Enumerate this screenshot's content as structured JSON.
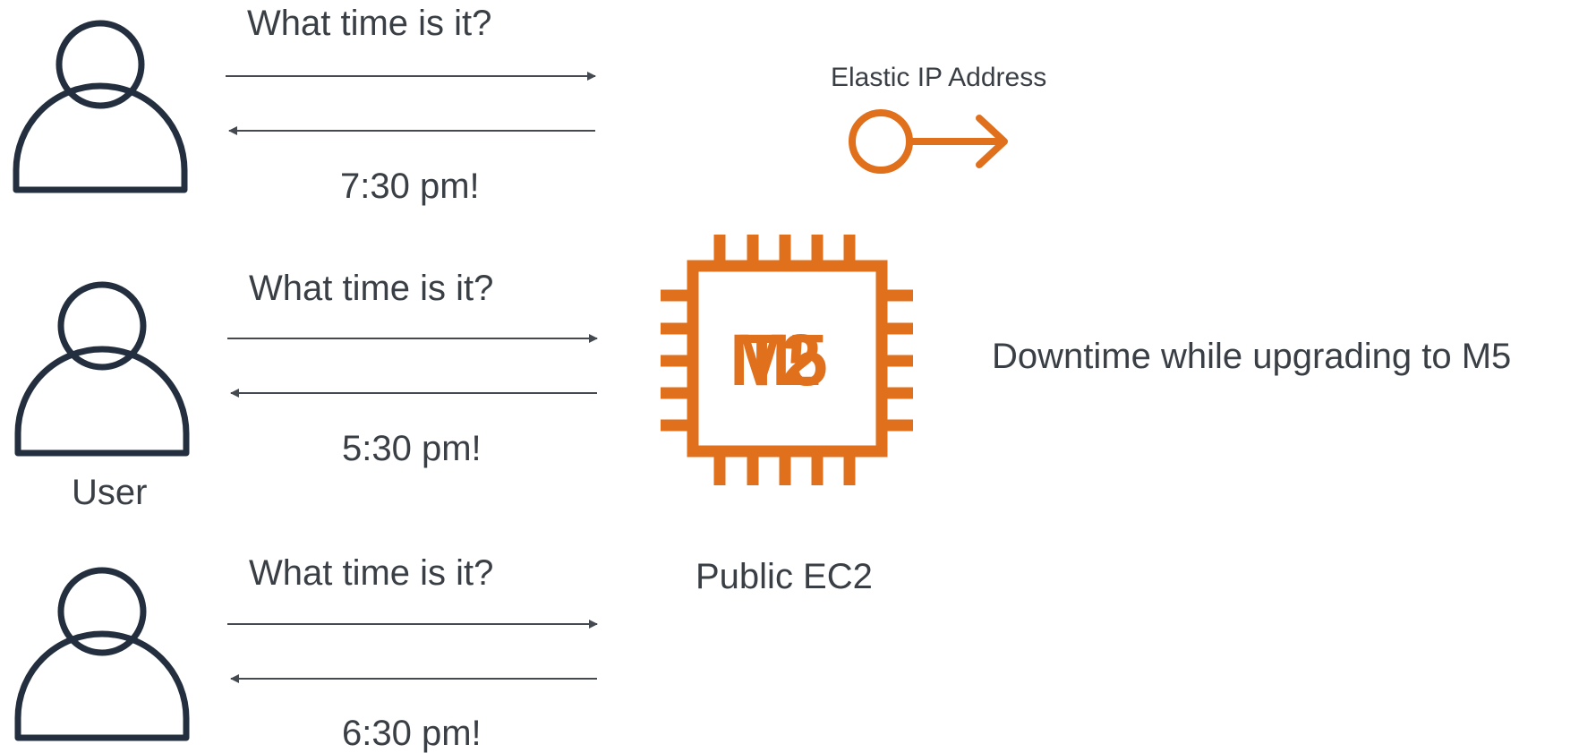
{
  "users": [
    {
      "question": "What time is it?",
      "answer": "7:30 pm!"
    },
    {
      "question": "What time is it?",
      "answer": "5:30 pm!",
      "label": "User"
    },
    {
      "question": "What time is it?",
      "answer": "6:30 pm!"
    }
  ],
  "elastic_ip": {
    "label": "Elastic IP Address"
  },
  "ec2": {
    "label": "Public EC2",
    "chip_labels": [
      "M5",
      "T2"
    ]
  },
  "note": {
    "text": "Downtime while upgrading to M5"
  },
  "colors": {
    "aws_orange": "#e0701c",
    "user_icon_stroke": "#232f3e",
    "arrow": "#444a50",
    "text": "#3a3f45"
  }
}
